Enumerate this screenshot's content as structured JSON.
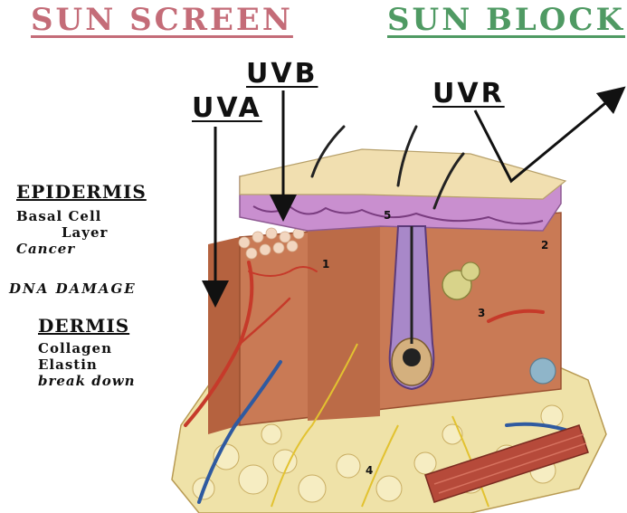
{
  "headers": {
    "sunscreen": "SUN SCREEN",
    "sunblock": "SUN BLOCK"
  },
  "rays": {
    "uva": "UVA",
    "uvb": "UVB",
    "uvr": "UVR"
  },
  "epidermis": {
    "title": "EPIDERMIS",
    "line1": "Basal Cell",
    "line2": "Layer",
    "line3": "Cancer",
    "damage": "DNA DAMAGE"
  },
  "dermis": {
    "title": "DERMIS",
    "line1": "Collagen",
    "line2": "Elastin",
    "line3": "break down"
  },
  "markers": [
    "1",
    "2",
    "3",
    "4",
    "5"
  ],
  "colors": {
    "sunscreen": "#c46c78",
    "sunblock": "#4f9a63",
    "skin": "#f1dfb0",
    "epidermis": "#c98fcf",
    "dermis": "#c97a55",
    "fat": "#efe2a8"
  }
}
